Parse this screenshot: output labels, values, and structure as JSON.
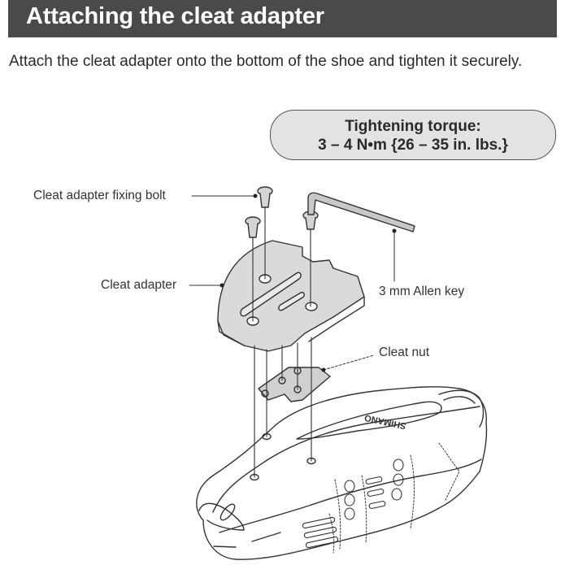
{
  "header": {
    "title": "Attaching the cleat adapter"
  },
  "instruction": {
    "text": "Attach the cleat adapter onto the bottom of the shoe and tighten it securely."
  },
  "torque": {
    "line1": "Tightening torque:",
    "line2": "3 – 4 N•m {26 – 35 in. lbs.}"
  },
  "diagram": {
    "labels": {
      "fixing_bolt": "Cleat adapter fixing bolt",
      "cleat_adapter": "Cleat adapter",
      "allen_key": "3 mm Allen key",
      "cleat_nut": "Cleat nut"
    },
    "shoe_brand": "SHIMANO",
    "colors": {
      "title_bar": "#4a4a4c",
      "part_fill": "#d9d9d9",
      "line": "#333333"
    }
  }
}
